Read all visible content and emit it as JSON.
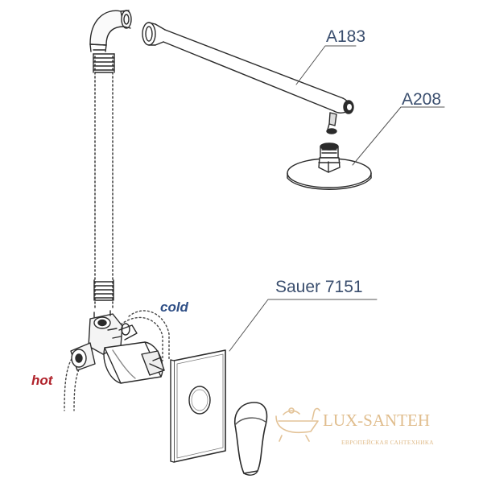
{
  "labels": {
    "shower_arm": "A183",
    "shower_head": "A208",
    "mixer": "Sauer 7151",
    "cold": "cold",
    "hot": "hot"
  },
  "watermark": {
    "brand": "LUX-SANTEH",
    "tagline": "ЕВРОПЕЙСКАЯ САНТЕХНИКА"
  },
  "colors": {
    "line": "#2b2b2b",
    "callout_text": "#3a4e6e",
    "cold": "#2f4f86",
    "hot": "#b0222b",
    "watermark": "#e0bd8d"
  }
}
